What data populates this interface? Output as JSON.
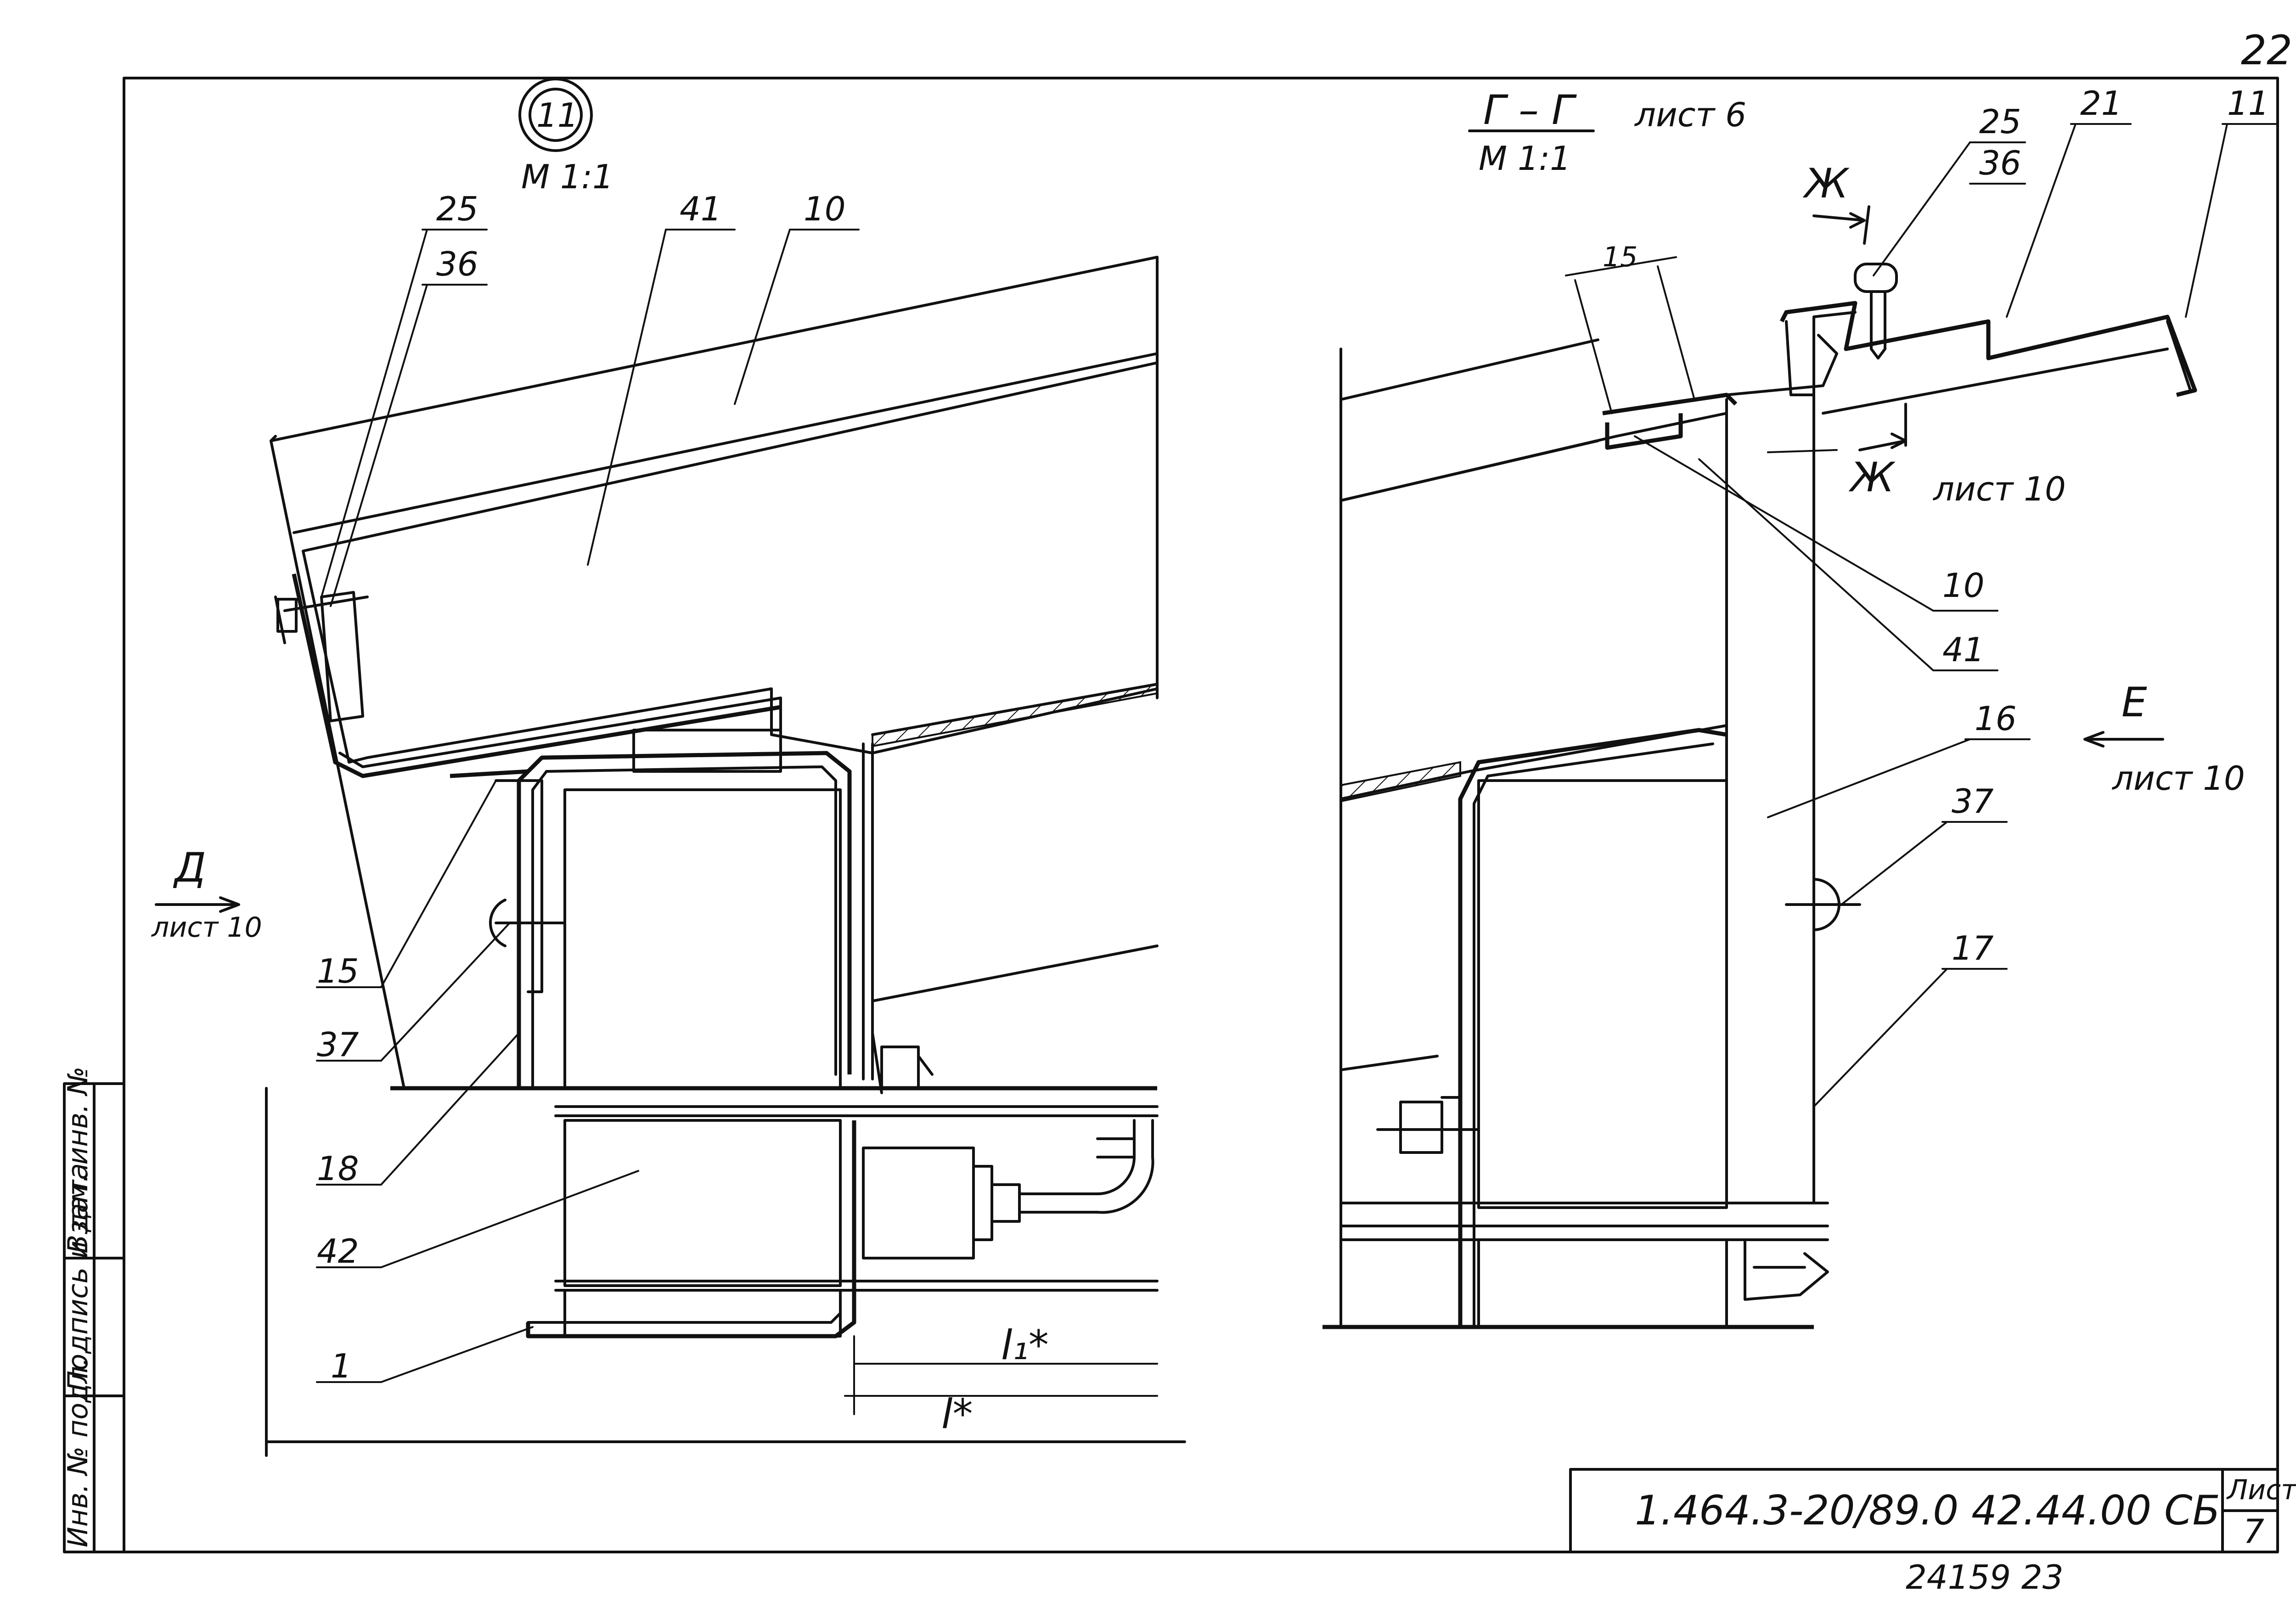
{
  "page_number": "22",
  "left_view": {
    "detail_number": "11",
    "scale": "М 1:1",
    "callouts": {
      "c25": "25",
      "c36": "36",
      "c41": "41",
      "c10": "10",
      "c15": "15",
      "c37": "37",
      "c18": "18",
      "c42": "42",
      "c1": "1"
    },
    "arrow_d_letter": "Д",
    "arrow_d_sheet": "лист 10",
    "dim_l1": "l₁*",
    "dim_l": "l*"
  },
  "right_view": {
    "section_title": "Г – Г",
    "section_scale": "М 1:1",
    "section_sheet": "лист 6",
    "callouts": {
      "c25": "25",
      "c36": "36",
      "c21": "21",
      "c11": "11",
      "c10": "10",
      "c41": "41",
      "c16": "16",
      "c37": "37",
      "c17": "17"
    },
    "dim_15": "15",
    "cut_zh_letter": "Ж",
    "cut_zh_sheet": "лист 10",
    "arrow_e_letter": "Е",
    "arrow_e_sheet": "лист 10"
  },
  "left_stamp": {
    "col1": "Инв. № подл.",
    "col2": "Подпись и дата",
    "col3": "Взам. инв. №"
  },
  "title_block": {
    "designation": "1.464.3-20/89.0 42.44.00 СБ",
    "sheet_label": "Лист",
    "sheet_number": "7"
  },
  "bottom_number": "24159 23"
}
